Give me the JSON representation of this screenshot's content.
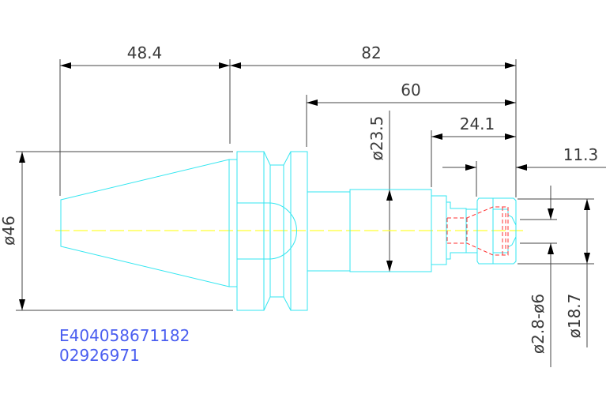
{
  "dimensions": {
    "len_taper": "48.4",
    "len_total": "82",
    "len_60": "60",
    "len_24_1": "24.1",
    "len_11_3": "11.3",
    "dia_46": "ø46",
    "dia_23_5": "ø23.5",
    "dia_clamp_range": "ø2.8-ø6",
    "dia_18_7": "ø18.7"
  },
  "labels": {
    "part_code": "E404058671182",
    "part_number": "02926971"
  },
  "colors": {
    "outline": "#33e6f0",
    "hidden": "#ff3030",
    "centerline": "#ffff33",
    "label": "#4a5ef0"
  }
}
